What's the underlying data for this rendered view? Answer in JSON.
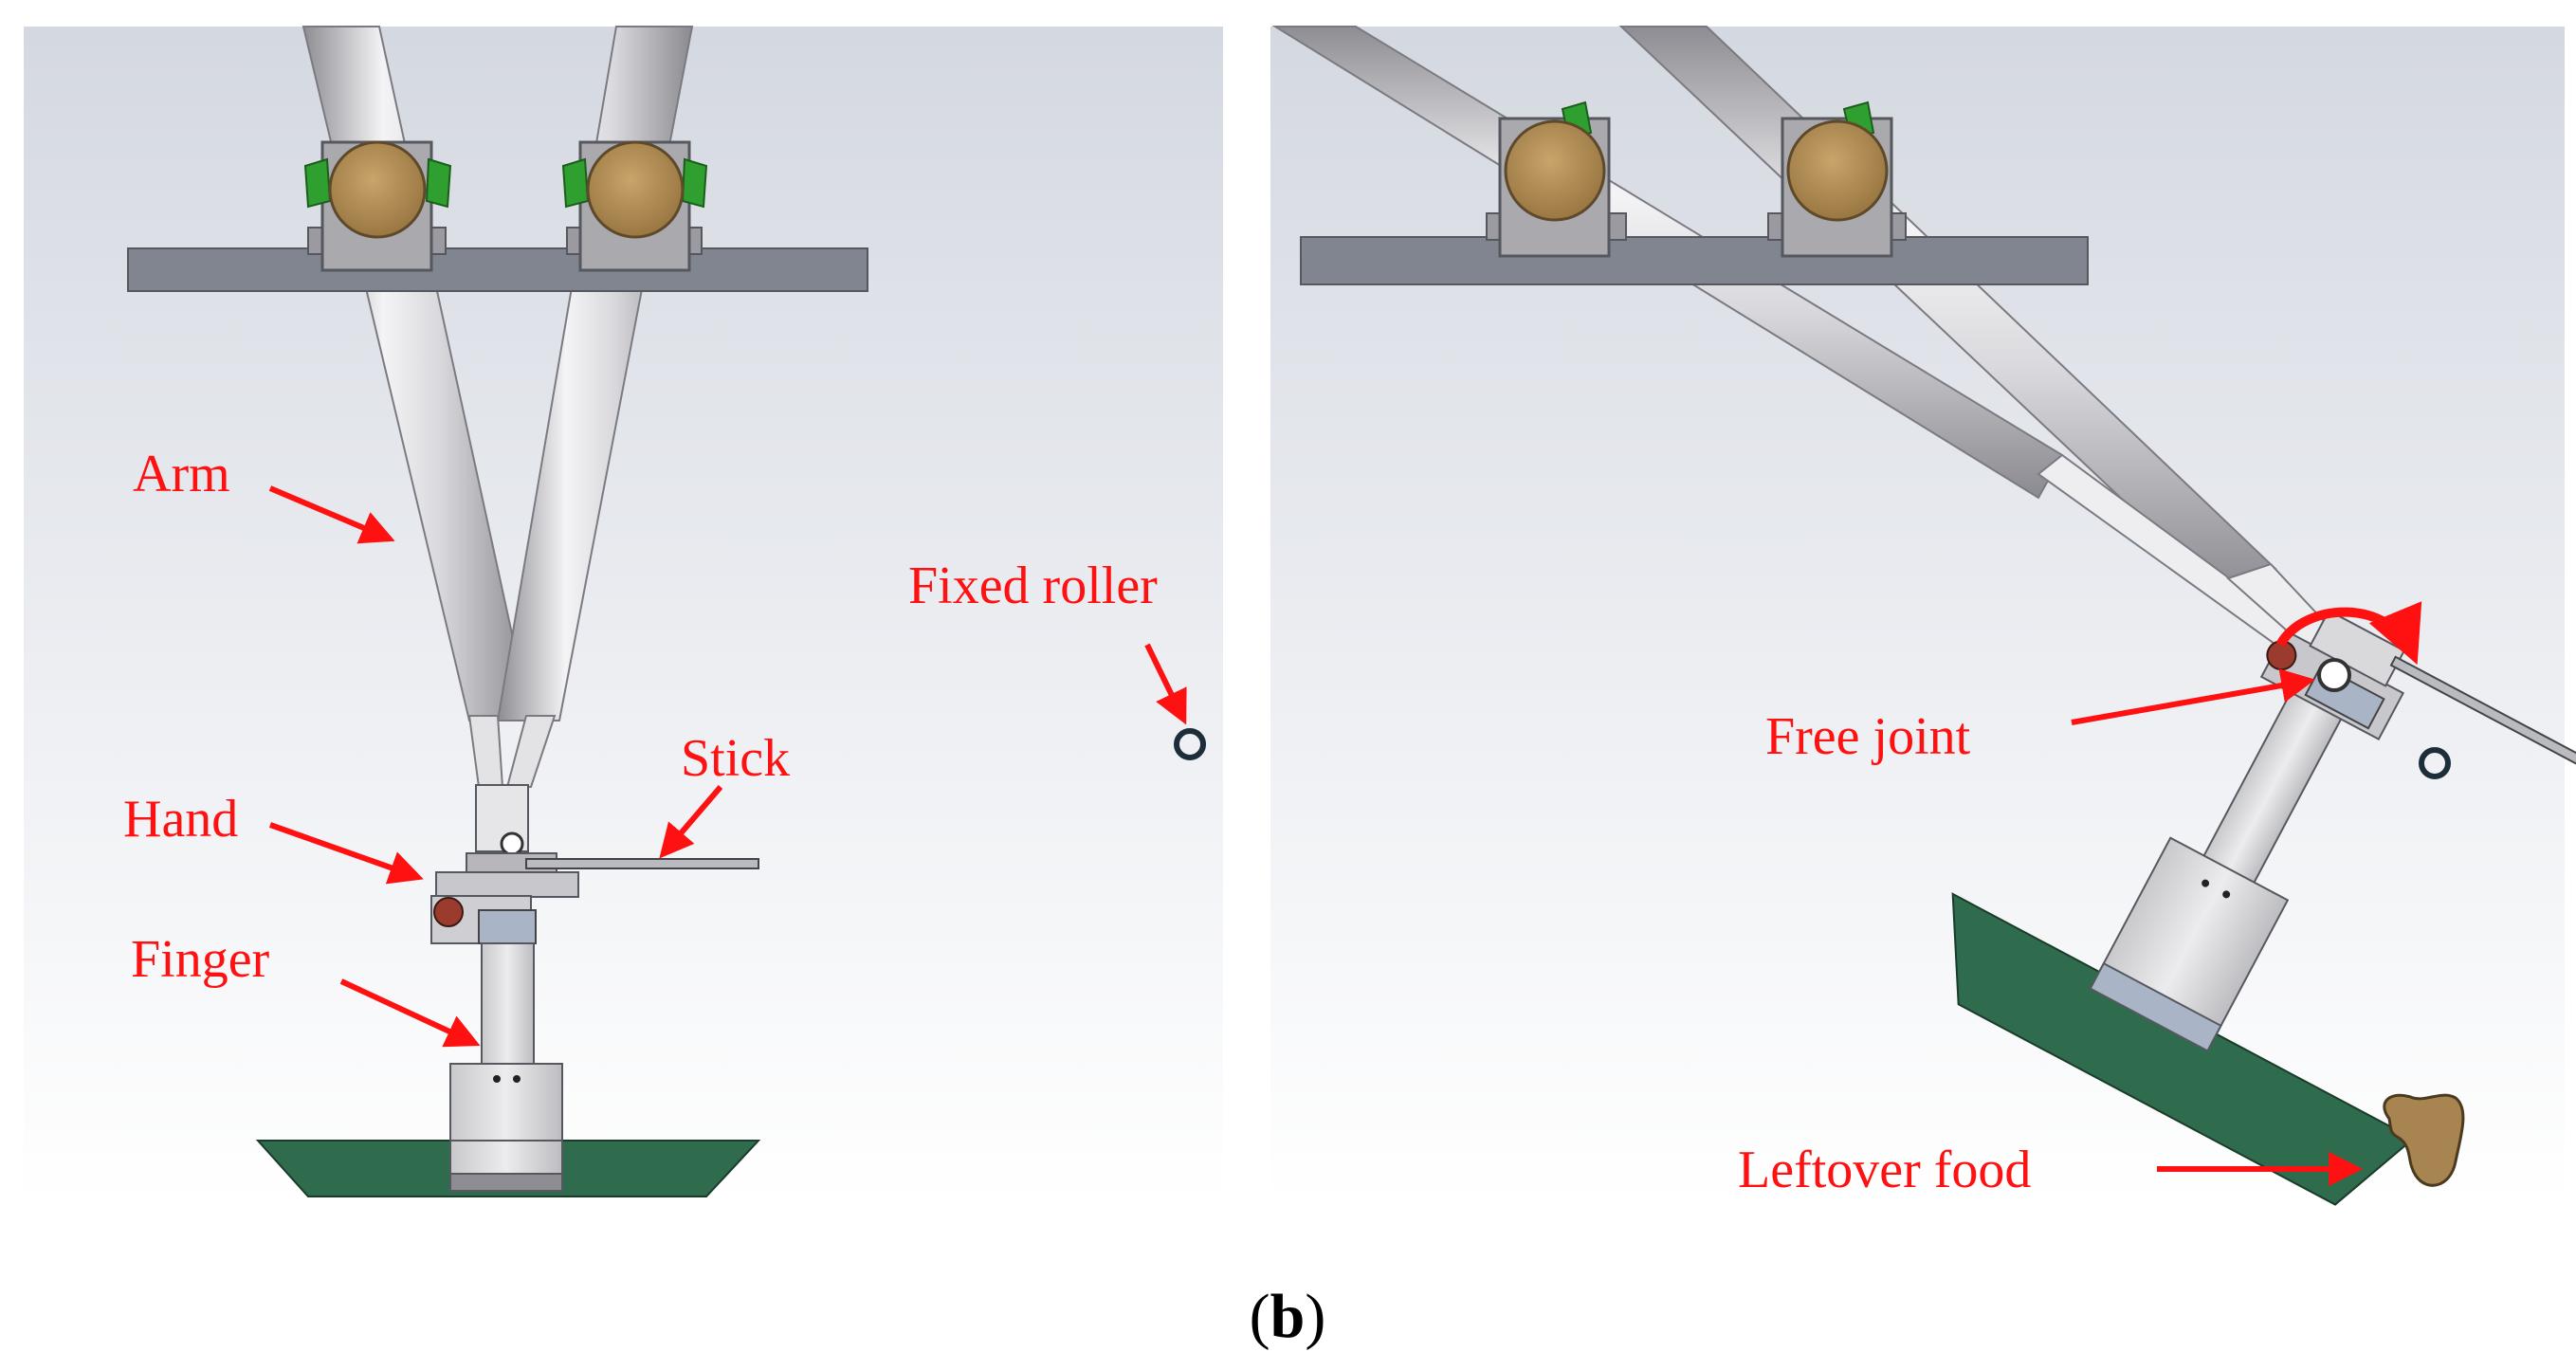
{
  "figure": {
    "caption_open": "(",
    "caption_letter": "b",
    "caption_close": ")"
  },
  "left_panel": {
    "labels": {
      "arm": "Arm",
      "fixed_roller": "Fixed roller",
      "stick": "Stick",
      "hand": "Hand",
      "finger": "Finger"
    }
  },
  "right_panel": {
    "labels": {
      "free_joint": "Free joint",
      "leftover_food": "Leftover food"
    }
  },
  "colors": {
    "annotation": "#ff1111",
    "beam": "#808590",
    "pipe_light": "#f2f2f4",
    "pipe_dark": "#8c8c92",
    "roller": "#b08d57",
    "bracket_green": "#2fa02f",
    "blade": "#2f6b4d",
    "food": "#a88550",
    "sky_top": "#d6dae2",
    "sky_bottom": "#ffffff"
  }
}
